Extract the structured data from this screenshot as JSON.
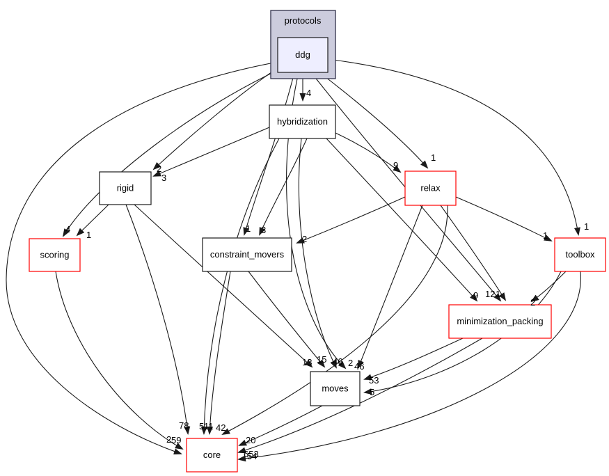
{
  "diagram": {
    "cluster_label": "protocols",
    "colors": {
      "cluster_fill": "#ccccdd",
      "cluster_border": "#3d3d55",
      "focus_fill": "#eeeeff",
      "node_fill": "#ffffff",
      "normal_border": "#1a1a1a",
      "highlight_border": "#ff0000",
      "edge": "#1a1a1a",
      "text": "#000000"
    },
    "nodes": [
      {
        "id": "ddg",
        "label": "ddg",
        "border": "normal",
        "fill": "focus"
      },
      {
        "id": "hybridization",
        "label": "hybridization",
        "border": "normal",
        "fill": "node"
      },
      {
        "id": "rigid",
        "label": "rigid",
        "border": "normal",
        "fill": "node"
      },
      {
        "id": "scoring",
        "label": "scoring",
        "border": "highlight",
        "fill": "node"
      },
      {
        "id": "relax",
        "label": "relax",
        "border": "highlight",
        "fill": "node"
      },
      {
        "id": "constraint_movers",
        "label": "constraint_movers",
        "border": "normal",
        "fill": "node"
      },
      {
        "id": "toolbox",
        "label": "toolbox",
        "border": "highlight",
        "fill": "node"
      },
      {
        "id": "minimization_packing",
        "label": "minimization_packing",
        "border": "highlight",
        "fill": "node"
      },
      {
        "id": "moves",
        "label": "moves",
        "border": "normal",
        "fill": "node"
      },
      {
        "id": "core",
        "label": "core",
        "border": "highlight",
        "fill": "node"
      }
    ],
    "edges": [
      {
        "from": "ddg",
        "to": "hybridization",
        "label": "4"
      },
      {
        "from": "ddg",
        "to": "rigid",
        "label": "2"
      },
      {
        "from": "ddg",
        "to": "scoring",
        "label": "4"
      },
      {
        "from": "ddg",
        "to": "relax",
        "label": "1"
      },
      {
        "from": "ddg",
        "to": "toolbox",
        "label": "1"
      },
      {
        "from": "ddg",
        "to": "constraint_movers",
        "label": "1"
      },
      {
        "from": "ddg",
        "to": "minimization_packing",
        "label": "12"
      },
      {
        "from": "ddg",
        "to": "moves",
        "label": "2"
      },
      {
        "from": "ddg",
        "to": "core",
        "label": "2"
      },
      {
        "from": "hybridization",
        "to": "rigid",
        "label": "3"
      },
      {
        "from": "hybridization",
        "to": "relax",
        "label": "9"
      },
      {
        "from": "hybridization",
        "to": "constraint_movers",
        "label": "3"
      },
      {
        "from": "hybridization",
        "to": "minimization_packing",
        "label": "9"
      },
      {
        "from": "hybridization",
        "to": "moves",
        "label": "46"
      },
      {
        "from": "hybridization",
        "to": "core",
        "label": "5"
      },
      {
        "from": "rigid",
        "to": "scoring",
        "label": "1"
      },
      {
        "from": "rigid",
        "to": "moves",
        "label": "13"
      },
      {
        "from": "rigid",
        "to": "core",
        "label": "78"
      },
      {
        "from": "scoring",
        "to": "core",
        "label": "59"
      },
      {
        "from": "relax",
        "to": "constraint_movers",
        "label": "2"
      },
      {
        "from": "relax",
        "to": "toolbox",
        "label": "1"
      },
      {
        "from": "relax",
        "to": "minimization_packing",
        "label": "1"
      },
      {
        "from": "relax",
        "to": "moves",
        "label": "46"
      },
      {
        "from": "relax",
        "to": "core",
        "label": "42"
      },
      {
        "from": "constraint_movers",
        "to": "moves",
        "label": "15"
      },
      {
        "from": "constraint_movers",
        "to": "core",
        "label": "11"
      },
      {
        "from": "toolbox",
        "to": "minimization_packing",
        "label": "2"
      },
      {
        "from": "toolbox",
        "to": "moves",
        "label": "5"
      },
      {
        "from": "toolbox",
        "to": "core",
        "label": "54"
      },
      {
        "from": "minimization_packing",
        "to": "moves",
        "label": "53"
      },
      {
        "from": "minimization_packing",
        "to": "core",
        "label": "653"
      },
      {
        "from": "moves",
        "to": "core",
        "label": "20"
      }
    ]
  }
}
